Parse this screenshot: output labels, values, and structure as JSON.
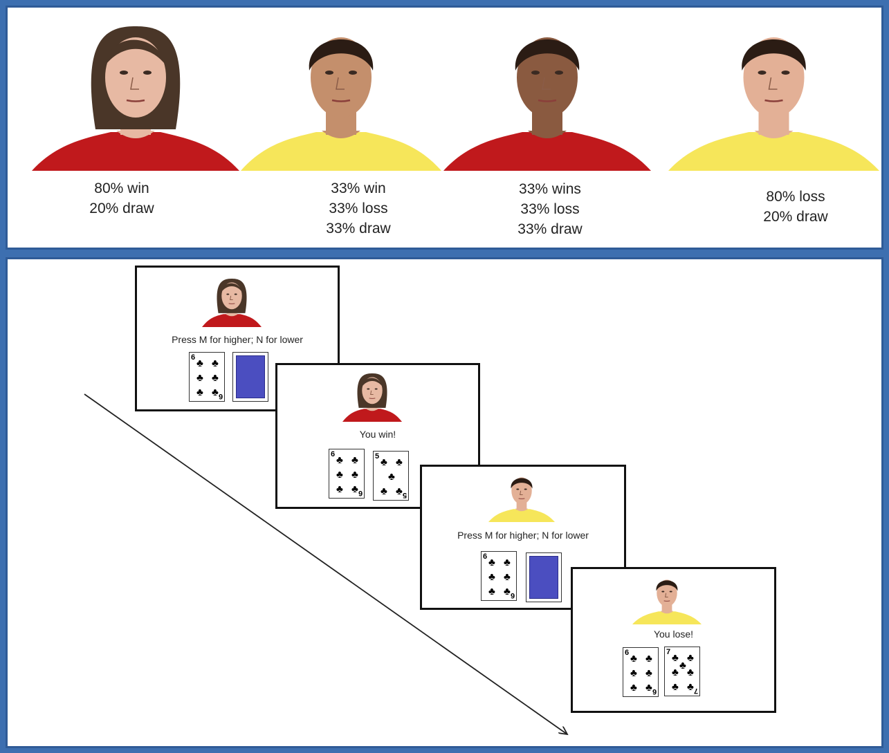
{
  "conditions": [
    {
      "shirt": "red",
      "hair": "bob",
      "skin": "#e7b9a3",
      "lines": [
        "80% win",
        "20% draw"
      ]
    },
    {
      "shirt": "yellow",
      "hair": "short",
      "skin": "#c48f6c",
      "lines": [
        "33% win",
        "33% loss",
        "33% draw"
      ]
    },
    {
      "shirt": "red",
      "hair": "short",
      "skin": "#8a5a40",
      "lines": [
        "33% wins",
        "33% loss",
        "33% draw"
      ]
    },
    {
      "shirt": "yellow",
      "hair": "short",
      "skin": "#e3b096",
      "lines": [
        "80% loss",
        "20% draw"
      ]
    }
  ],
  "trials": [
    {
      "message": "Press M for higher; N for lower",
      "cards": [
        "6",
        "back"
      ],
      "face": 0
    },
    {
      "message": "You win!",
      "cards": [
        "6",
        "5"
      ],
      "face": 0
    },
    {
      "message": "Press M for higher; N for lower",
      "cards": [
        "6",
        "back"
      ],
      "face": 3
    },
    {
      "message": "You lose!",
      "cards": [
        "6",
        "7"
      ],
      "face": 3
    }
  ],
  "colors": {
    "border": "#3d6fb0",
    "card_back": "#4b4ec0",
    "red_shirt": "#c0191c",
    "yellow_shirt": "#f6e65a"
  },
  "suit": "♣"
}
